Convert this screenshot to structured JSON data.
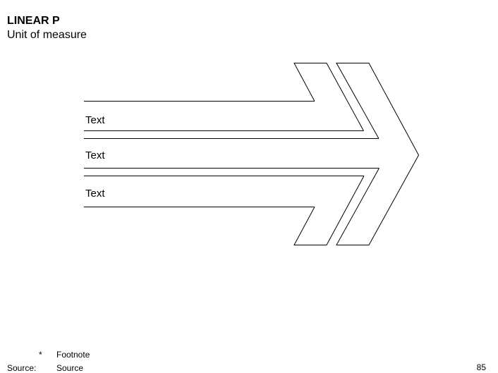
{
  "slide": {
    "title": "LINEAR P",
    "subtitle": "Unit of measure",
    "lanes": [
      {
        "label": "Text"
      },
      {
        "label": "Text"
      },
      {
        "label": "Text"
      }
    ],
    "footer": {
      "footnote_marker": "*",
      "footnote_text": "Footnote",
      "source_label": "Source:",
      "source_text": "Source",
      "page_number": "85"
    },
    "colors": {
      "background": "#ffffff",
      "stroke": "#000000",
      "text": "#000000"
    }
  }
}
